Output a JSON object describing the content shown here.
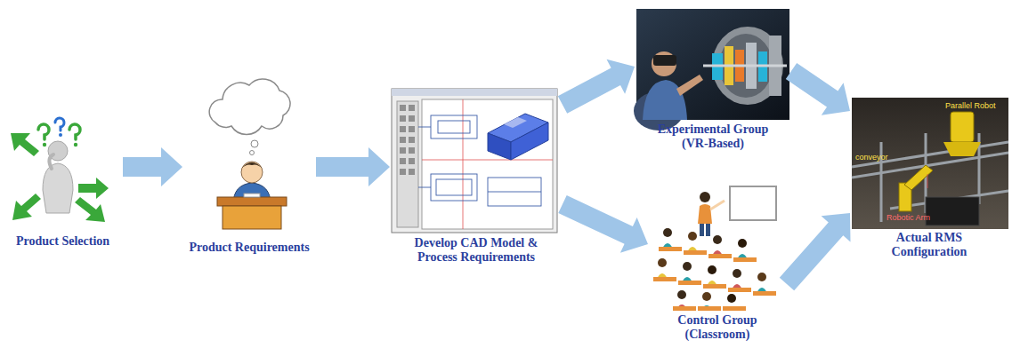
{
  "diagram": {
    "nodes": [
      {
        "text": [
          "Product Selection"
        ]
      },
      {
        "text": [
          "Product Requirements"
        ]
      },
      {
        "text": [
          "Develop CAD Model & Process Requirements"
        ]
      },
      {
        "text": [
          "Experimental Group (VR-Based)"
        ]
      },
      {
        "text": [
          "Control Group (Classroom)"
        ]
      },
      {
        "text": [
          "Actual RMS Configuration"
        ]
      }
    ],
    "edges": [
      {
        "from": 0,
        "to": 1,
        "arrow": "to"
      },
      {
        "from": 1,
        "to": 2,
        "arrow": "to"
      },
      {
        "from": 2,
        "to": 3,
        "arrow": "to"
      },
      {
        "from": 2,
        "to": 4,
        "arrow": "to"
      },
      {
        "from": 3,
        "to": 5,
        "arrow": "to"
      },
      {
        "from": 4,
        "to": 5,
        "arrow": "to"
      }
    ],
    "labels": [
      "conveyor",
      "Parallel Robot",
      "Robotic Arm"
    ]
  }
}
